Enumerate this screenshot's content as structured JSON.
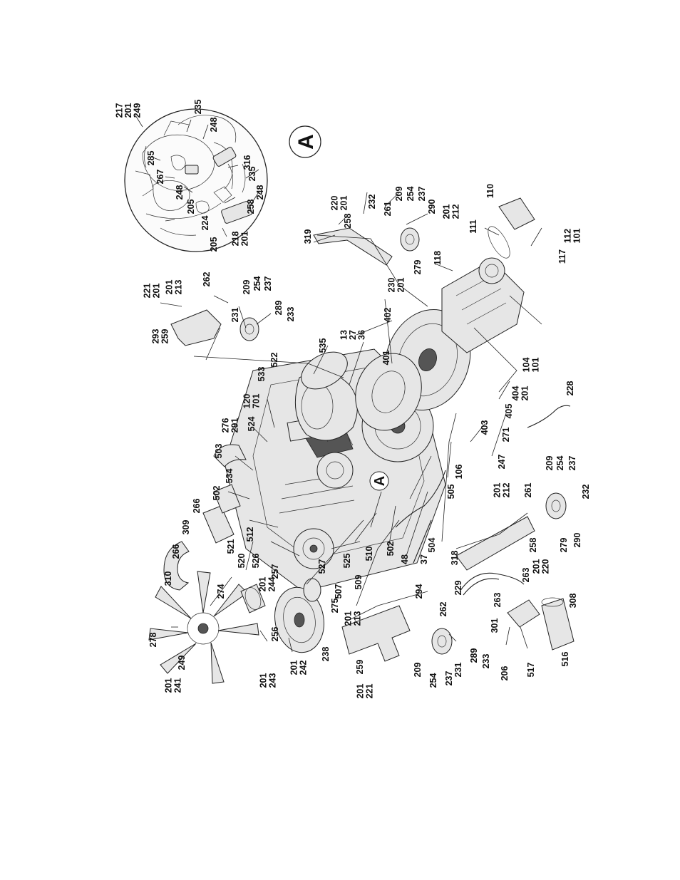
{
  "detail": {
    "letter": "A"
  },
  "callouts": [
    {
      "id": "c1",
      "lines": [
        "217",
        "201",
        "249"
      ]
    },
    {
      "id": "c2",
      "lines": [
        "235"
      ]
    },
    {
      "id": "c3",
      "lines": [
        "248"
      ]
    },
    {
      "id": "c4",
      "lines": [
        "285"
      ]
    },
    {
      "id": "c5",
      "lines": [
        "267"
      ]
    },
    {
      "id": "c6",
      "lines": [
        "316"
      ]
    },
    {
      "id": "c7",
      "lines": [
        "235"
      ]
    },
    {
      "id": "c8",
      "lines": [
        "248"
      ]
    },
    {
      "id": "c9",
      "lines": [
        "205"
      ]
    },
    {
      "id": "c10",
      "lines": [
        "258"
      ]
    },
    {
      "id": "c11",
      "lines": [
        "248"
      ]
    },
    {
      "id": "c12",
      "lines": [
        "224"
      ]
    },
    {
      "id": "c13",
      "lines": [
        "205"
      ]
    },
    {
      "id": "c14",
      "lines": [
        "218",
        "201"
      ]
    },
    {
      "id": "c15",
      "lines": [
        "221",
        "201"
      ]
    },
    {
      "id": "c16",
      "lines": [
        "201",
        "213"
      ]
    },
    {
      "id": "c17",
      "lines": [
        "262"
      ]
    },
    {
      "id": "c18",
      "lines": [
        "209"
      ]
    },
    {
      "id": "c19",
      "lines": [
        "254"
      ]
    },
    {
      "id": "c20",
      "lines": [
        "237"
      ]
    },
    {
      "id": "c21",
      "lines": [
        "289"
      ]
    },
    {
      "id": "c22",
      "lines": [
        "233"
      ]
    },
    {
      "id": "c23",
      "lines": [
        "231"
      ]
    },
    {
      "id": "c24",
      "lines": [
        "293",
        "259"
      ]
    },
    {
      "id": "c25",
      "lines": [
        "220",
        "201"
      ]
    },
    {
      "id": "c26",
      "lines": [
        "258"
      ]
    },
    {
      "id": "c27",
      "lines": [
        "232"
      ]
    },
    {
      "id": "c28",
      "lines": [
        "261"
      ]
    },
    {
      "id": "c29",
      "lines": [
        "209"
      ]
    },
    {
      "id": "c30",
      "lines": [
        "254"
      ]
    },
    {
      "id": "c31",
      "lines": [
        "237"
      ]
    },
    {
      "id": "c32",
      "lines": [
        "290"
      ]
    },
    {
      "id": "c33",
      "lines": [
        "201",
        "212"
      ]
    },
    {
      "id": "c34",
      "lines": [
        "279"
      ]
    },
    {
      "id": "c35",
      "lines": [
        "319"
      ]
    },
    {
      "id": "c36",
      "lines": [
        "110"
      ]
    },
    {
      "id": "c37",
      "lines": [
        "111"
      ]
    },
    {
      "id": "c38",
      "lines": [
        "118"
      ]
    },
    {
      "id": "c39",
      "lines": [
        "117"
      ]
    },
    {
      "id": "c40",
      "lines": [
        "112",
        "101"
      ]
    },
    {
      "id": "c41",
      "lines": [
        "230",
        "201"
      ]
    },
    {
      "id": "c42",
      "lines": [
        "402"
      ]
    },
    {
      "id": "c43",
      "lines": [
        "13",
        "27",
        "36"
      ]
    },
    {
      "id": "c44",
      "lines": [
        "535"
      ]
    },
    {
      "id": "c45",
      "lines": [
        "522"
      ]
    },
    {
      "id": "c46",
      "lines": [
        "533"
      ]
    },
    {
      "id": "c47",
      "lines": [
        "120",
        "701"
      ]
    },
    {
      "id": "c48",
      "lines": [
        "401"
      ]
    },
    {
      "id": "c49",
      "lines": [
        "104",
        "101"
      ]
    },
    {
      "id": "c50",
      "lines": [
        "404",
        "201"
      ]
    },
    {
      "id": "c51",
      "lines": [
        "405"
      ]
    },
    {
      "id": "c52",
      "lines": [
        "228"
      ]
    },
    {
      "id": "c53",
      "lines": [
        "403"
      ]
    },
    {
      "id": "c54",
      "lines": [
        "271"
      ]
    },
    {
      "id": "c55",
      "lines": [
        "247"
      ]
    },
    {
      "id": "c56",
      "lines": [
        "106"
      ]
    },
    {
      "id": "c57",
      "lines": [
        "276",
        "291"
      ]
    },
    {
      "id": "c58",
      "lines": [
        "524"
      ]
    },
    {
      "id": "c59",
      "lines": [
        "503"
      ]
    },
    {
      "id": "c60",
      "lines": [
        "534"
      ]
    },
    {
      "id": "c61",
      "lines": [
        "502"
      ]
    },
    {
      "id": "c62",
      "lines": [
        "266"
      ]
    },
    {
      "id": "c63",
      "lines": [
        "309"
      ]
    },
    {
      "id": "c64",
      "lines": [
        "266"
      ]
    },
    {
      "id": "c65",
      "lines": [
        "310"
      ]
    },
    {
      "id": "c66",
      "lines": [
        "512"
      ]
    },
    {
      "id": "c67",
      "lines": [
        "521"
      ]
    },
    {
      "id": "c68",
      "lines": [
        "520"
      ]
    },
    {
      "id": "c69",
      "lines": [
        "526"
      ]
    },
    {
      "id": "c70",
      "lines": [
        "257"
      ]
    },
    {
      "id": "c71",
      "lines": [
        "201",
        "244"
      ]
    },
    {
      "id": "c72",
      "lines": [
        "274"
      ]
    },
    {
      "id": "c73",
      "lines": [
        "527"
      ]
    },
    {
      "id": "c74",
      "lines": [
        "525"
      ]
    },
    {
      "id": "c75",
      "lines": [
        "507"
      ]
    },
    {
      "id": "c76",
      "lines": [
        "509"
      ]
    },
    {
      "id": "c77",
      "lines": [
        "510"
      ]
    },
    {
      "id": "c78",
      "lines": [
        "505"
      ]
    },
    {
      "id": "c79",
      "lines": [
        "502"
      ]
    },
    {
      "id": "c80",
      "lines": [
        "504"
      ]
    },
    {
      "id": "c81",
      "lines": [
        "48"
      ]
    },
    {
      "id": "c82",
      "lines": [
        "37"
      ]
    },
    {
      "id": "c83",
      "lines": [
        "201",
        "212"
      ]
    },
    {
      "id": "c84",
      "lines": [
        "261"
      ]
    },
    {
      "id": "c85",
      "lines": [
        "209"
      ]
    },
    {
      "id": "c86",
      "lines": [
        "254"
      ]
    },
    {
      "id": "c87",
      "lines": [
        "237"
      ]
    },
    {
      "id": "c88",
      "lines": [
        "232"
      ]
    },
    {
      "id": "c89",
      "lines": [
        "279"
      ]
    },
    {
      "id": "c90",
      "lines": [
        "290"
      ]
    },
    {
      "id": "c91",
      "lines": [
        "258"
      ]
    },
    {
      "id": "c92",
      "lines": [
        "201",
        "220"
      ]
    },
    {
      "id": "c93",
      "lines": [
        "318"
      ]
    },
    {
      "id": "c94",
      "lines": [
        "263"
      ]
    },
    {
      "id": "c95",
      "lines": [
        "308"
      ]
    },
    {
      "id": "c96",
      "lines": [
        "263"
      ]
    },
    {
      "id": "c97",
      "lines": [
        "229"
      ]
    },
    {
      "id": "c98",
      "lines": [
        "301"
      ]
    },
    {
      "id": "c99",
      "lines": [
        "516"
      ]
    },
    {
      "id": "c100",
      "lines": [
        "517"
      ]
    },
    {
      "id": "c101",
      "lines": [
        "206"
      ]
    },
    {
      "id": "c102",
      "lines": [
        "294"
      ]
    },
    {
      "id": "c103",
      "lines": [
        "262"
      ]
    },
    {
      "id": "c104",
      "lines": [
        "201",
        "213"
      ]
    },
    {
      "id": "c105",
      "lines": [
        "275"
      ]
    },
    {
      "id": "c106",
      "lines": [
        "209"
      ]
    },
    {
      "id": "c107",
      "lines": [
        "254"
      ]
    },
    {
      "id": "c108",
      "lines": [
        "237"
      ]
    },
    {
      "id": "c109",
      "lines": [
        "231"
      ]
    },
    {
      "id": "c110",
      "lines": [
        "289"
      ]
    },
    {
      "id": "c111",
      "lines": [
        "233"
      ]
    },
    {
      "id": "c112",
      "lines": [
        "259"
      ]
    },
    {
      "id": "c113",
      "lines": [
        "201",
        "221"
      ]
    },
    {
      "id": "c114",
      "lines": [
        "238"
      ]
    },
    {
      "id": "c115",
      "lines": [
        "201",
        "242"
      ]
    },
    {
      "id": "c116",
      "lines": [
        "256"
      ]
    },
    {
      "id": "c117",
      "lines": [
        "201",
        "243"
      ]
    },
    {
      "id": "c118",
      "lines": [
        "278"
      ]
    },
    {
      "id": "c119",
      "lines": [
        "249"
      ]
    },
    {
      "id": "c120",
      "lines": [
        "201",
        "241"
      ]
    }
  ]
}
